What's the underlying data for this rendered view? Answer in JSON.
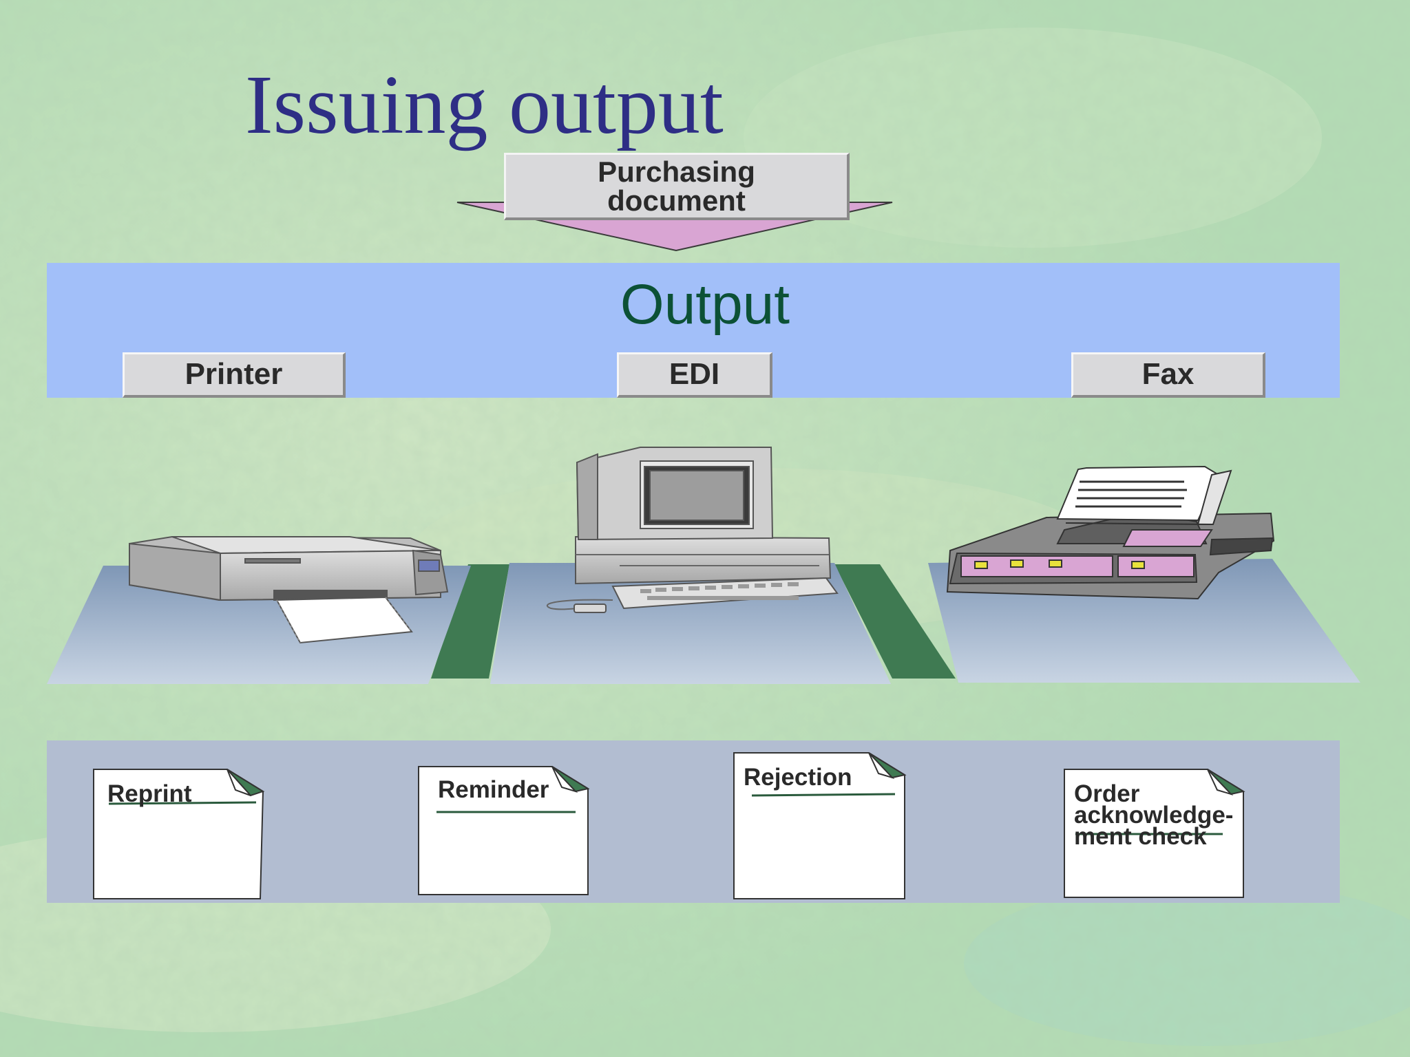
{
  "title": "Issuing output",
  "source": {
    "label_line1": "Purchasing",
    "label_line2": "document"
  },
  "output": {
    "title": "Output",
    "channels": [
      {
        "label": "Printer",
        "icon": "printer-icon"
      },
      {
        "label": "EDI",
        "icon": "computer-icon"
      },
      {
        "label": "Fax",
        "icon": "fax-machine-icon"
      }
    ]
  },
  "documents": [
    {
      "label_lines": [
        "Reprint"
      ]
    },
    {
      "label_lines": [
        "Reminder"
      ]
    },
    {
      "label_lines": [
        "Rejection"
      ]
    },
    {
      "label_lines": [
        "Order",
        "acknowledge-",
        "ment check"
      ]
    }
  ],
  "colors": {
    "title": "#2e2e85",
    "output_band": "#a2bff9",
    "output_title": "#0c5136",
    "documents_band": "#b2bdd1",
    "arrow": "#d9a5d3",
    "connector": "#3f7a52"
  }
}
